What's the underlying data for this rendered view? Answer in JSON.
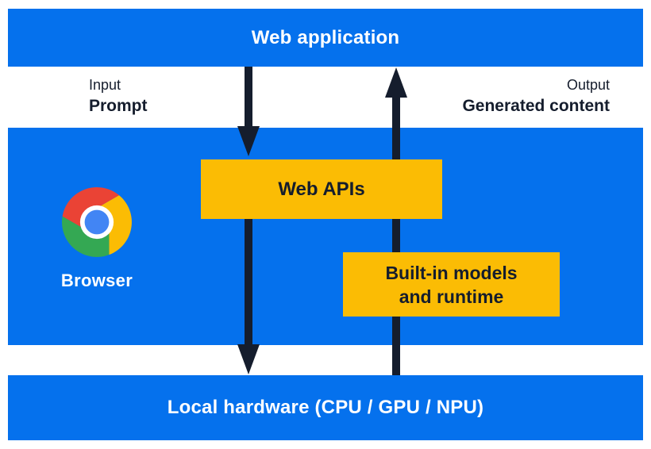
{
  "colors": {
    "layer_blue": "#0571ed",
    "box_yellow": "#fbbc04",
    "ink_navy": "#151d2d",
    "chrome_red": "#ea4335",
    "chrome_green": "#34a853",
    "chrome_yellow": "#fbbc04",
    "chrome_center_blue": "#4285f4"
  },
  "layers": {
    "web_application": {
      "label": "Web application"
    },
    "browser": {
      "label": "Browser",
      "icon": "chrome-icon",
      "web_apis": {
        "label": "Web APIs"
      },
      "built_in": {
        "line1": "Built-in models",
        "line2": "and runtime"
      }
    },
    "local_hardware": {
      "label": "Local hardware (CPU / GPU / NPU)"
    }
  },
  "annotations": {
    "input": {
      "caption": "Input",
      "value": "Prompt"
    },
    "output": {
      "caption": "Output",
      "value": "Generated content"
    }
  },
  "flows": {
    "input": {
      "direction": "down"
    },
    "output": {
      "direction": "up"
    }
  }
}
